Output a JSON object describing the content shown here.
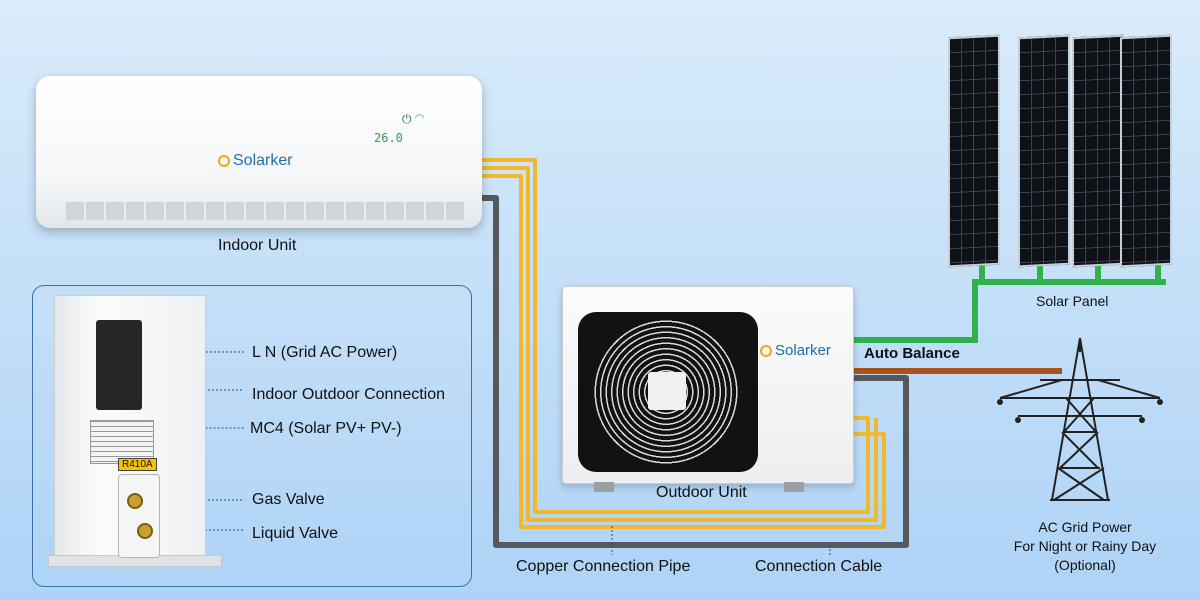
{
  "indoor": {
    "label": "Indoor Unit",
    "brand": "Solarker",
    "display": "26.0"
  },
  "outdoor": {
    "label": "Outdoor Unit",
    "brand": "Solarker"
  },
  "solar": {
    "label": "Solar Panel"
  },
  "auto_balance": "Auto Balance",
  "grid": {
    "line1": "AC Grid Power",
    "line2": "For Night or Rainy Day",
    "line3": "(Optional)"
  },
  "callouts": {
    "ln": "L N (Grid AC Power)",
    "indoor_outdoor": "Indoor Outdoor Connection",
    "mc4": "MC4 (Solar PV+ PV-)",
    "gas": "Gas Valve",
    "liquid": "Liquid Valve"
  },
  "bottom": {
    "pipe": "Copper Connection Pipe",
    "cable": "Connection Cable"
  },
  "sticker_code": "R410A",
  "colors": {
    "pipe": "#f2b82a",
    "cable": "#55585c",
    "solar_wire": "#2fb24a",
    "grid_wire": "#a8521c",
    "inset_border": "#3b6fa6"
  }
}
